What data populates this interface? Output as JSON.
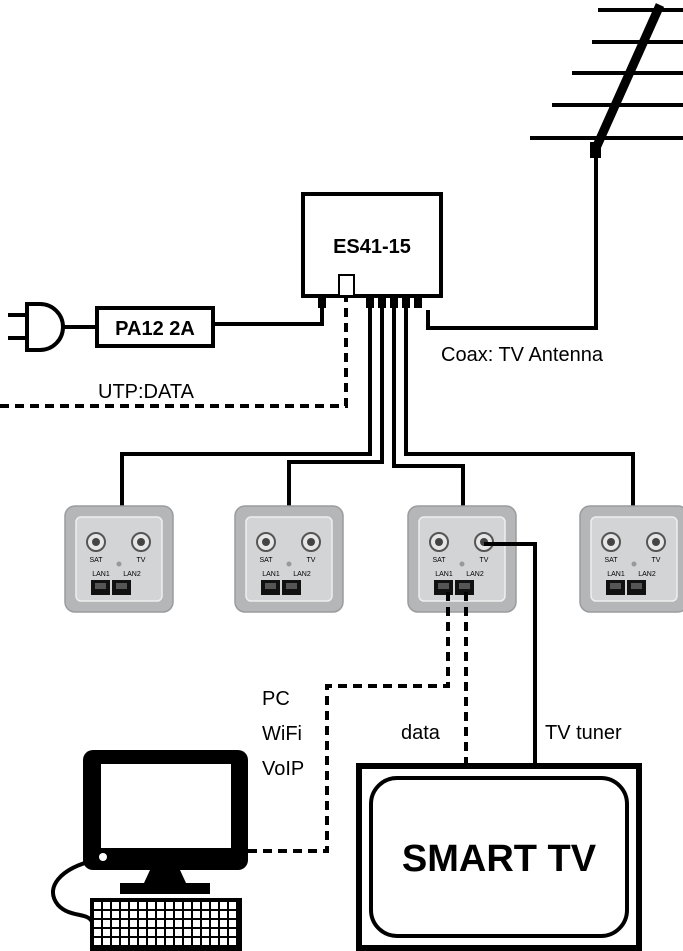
{
  "device": {
    "name": "ES41-15"
  },
  "power": {
    "adapter": "PA12 2A"
  },
  "labels": {
    "coax_antenna": "Coax: TV Antenna",
    "utp_data": "UTP:DATA",
    "pc": "PC",
    "wifi": "WiFi",
    "voip": "VoIP",
    "data": "data",
    "tv_tuner": "TV tuner"
  },
  "outlet": {
    "sat": "SAT",
    "tv": "TV",
    "lan1": "LAN1",
    "lan2": "LAN2"
  },
  "tv": {
    "name": "SMART TV"
  },
  "colors": {
    "outlet_face": "#d2d4d6",
    "outlet_frame": "#b4b6b8",
    "line": "#000000"
  }
}
